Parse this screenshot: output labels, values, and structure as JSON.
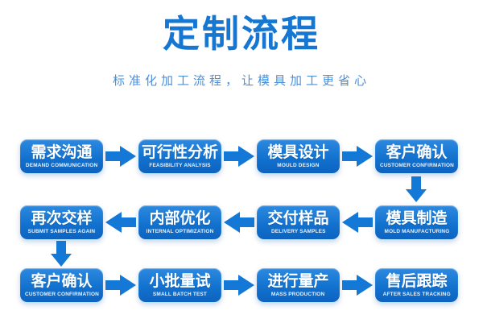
{
  "header": {
    "title": "定制流程",
    "subtitle": "标准化加工流程，让模具加工更省心"
  },
  "colors": {
    "title": "#1677d2",
    "subtitle": "#4a90dc",
    "arrow": "#1478d6",
    "box-top": "#2e8ae0",
    "box-mid": "#1272cf",
    "box-bottom": "#0d63c0"
  },
  "flow": {
    "rows": [
      {
        "direction": "right",
        "steps": [
          {
            "title": "需求沟通",
            "subtitle": "DEMAND COMMUNICATION"
          },
          {
            "title": "可行性分析",
            "subtitle": "FEASIBILITY ANALYSIS"
          },
          {
            "title": "模具设计",
            "subtitle": "MOULD DESIGN"
          },
          {
            "title": "客户确认",
            "subtitle": "CUSTOMER CONFIRMATION"
          }
        ]
      },
      {
        "direction": "left",
        "steps": [
          {
            "title": "再次交样",
            "subtitle": "SUBMIT SAMPLES AGAIN"
          },
          {
            "title": "内部优化",
            "subtitle": "INTERNAL OPTIMIZATION"
          },
          {
            "title": "交付样品",
            "subtitle": "DELIVERY SAMPLES"
          },
          {
            "title": "模具制造",
            "subtitle": "MOLD MANUFACTURING"
          }
        ]
      },
      {
        "direction": "right",
        "steps": [
          {
            "title": "客户确认",
            "subtitle": "CUSTOMER CONFIRMATION"
          },
          {
            "title": "小批量试",
            "subtitle": "SMALL BATCH TEST"
          },
          {
            "title": "进行量产",
            "subtitle": "MASS PRODUCTION"
          },
          {
            "title": "售后跟踪",
            "subtitle": "AFTER SALES TRACKING"
          }
        ]
      }
    ]
  }
}
